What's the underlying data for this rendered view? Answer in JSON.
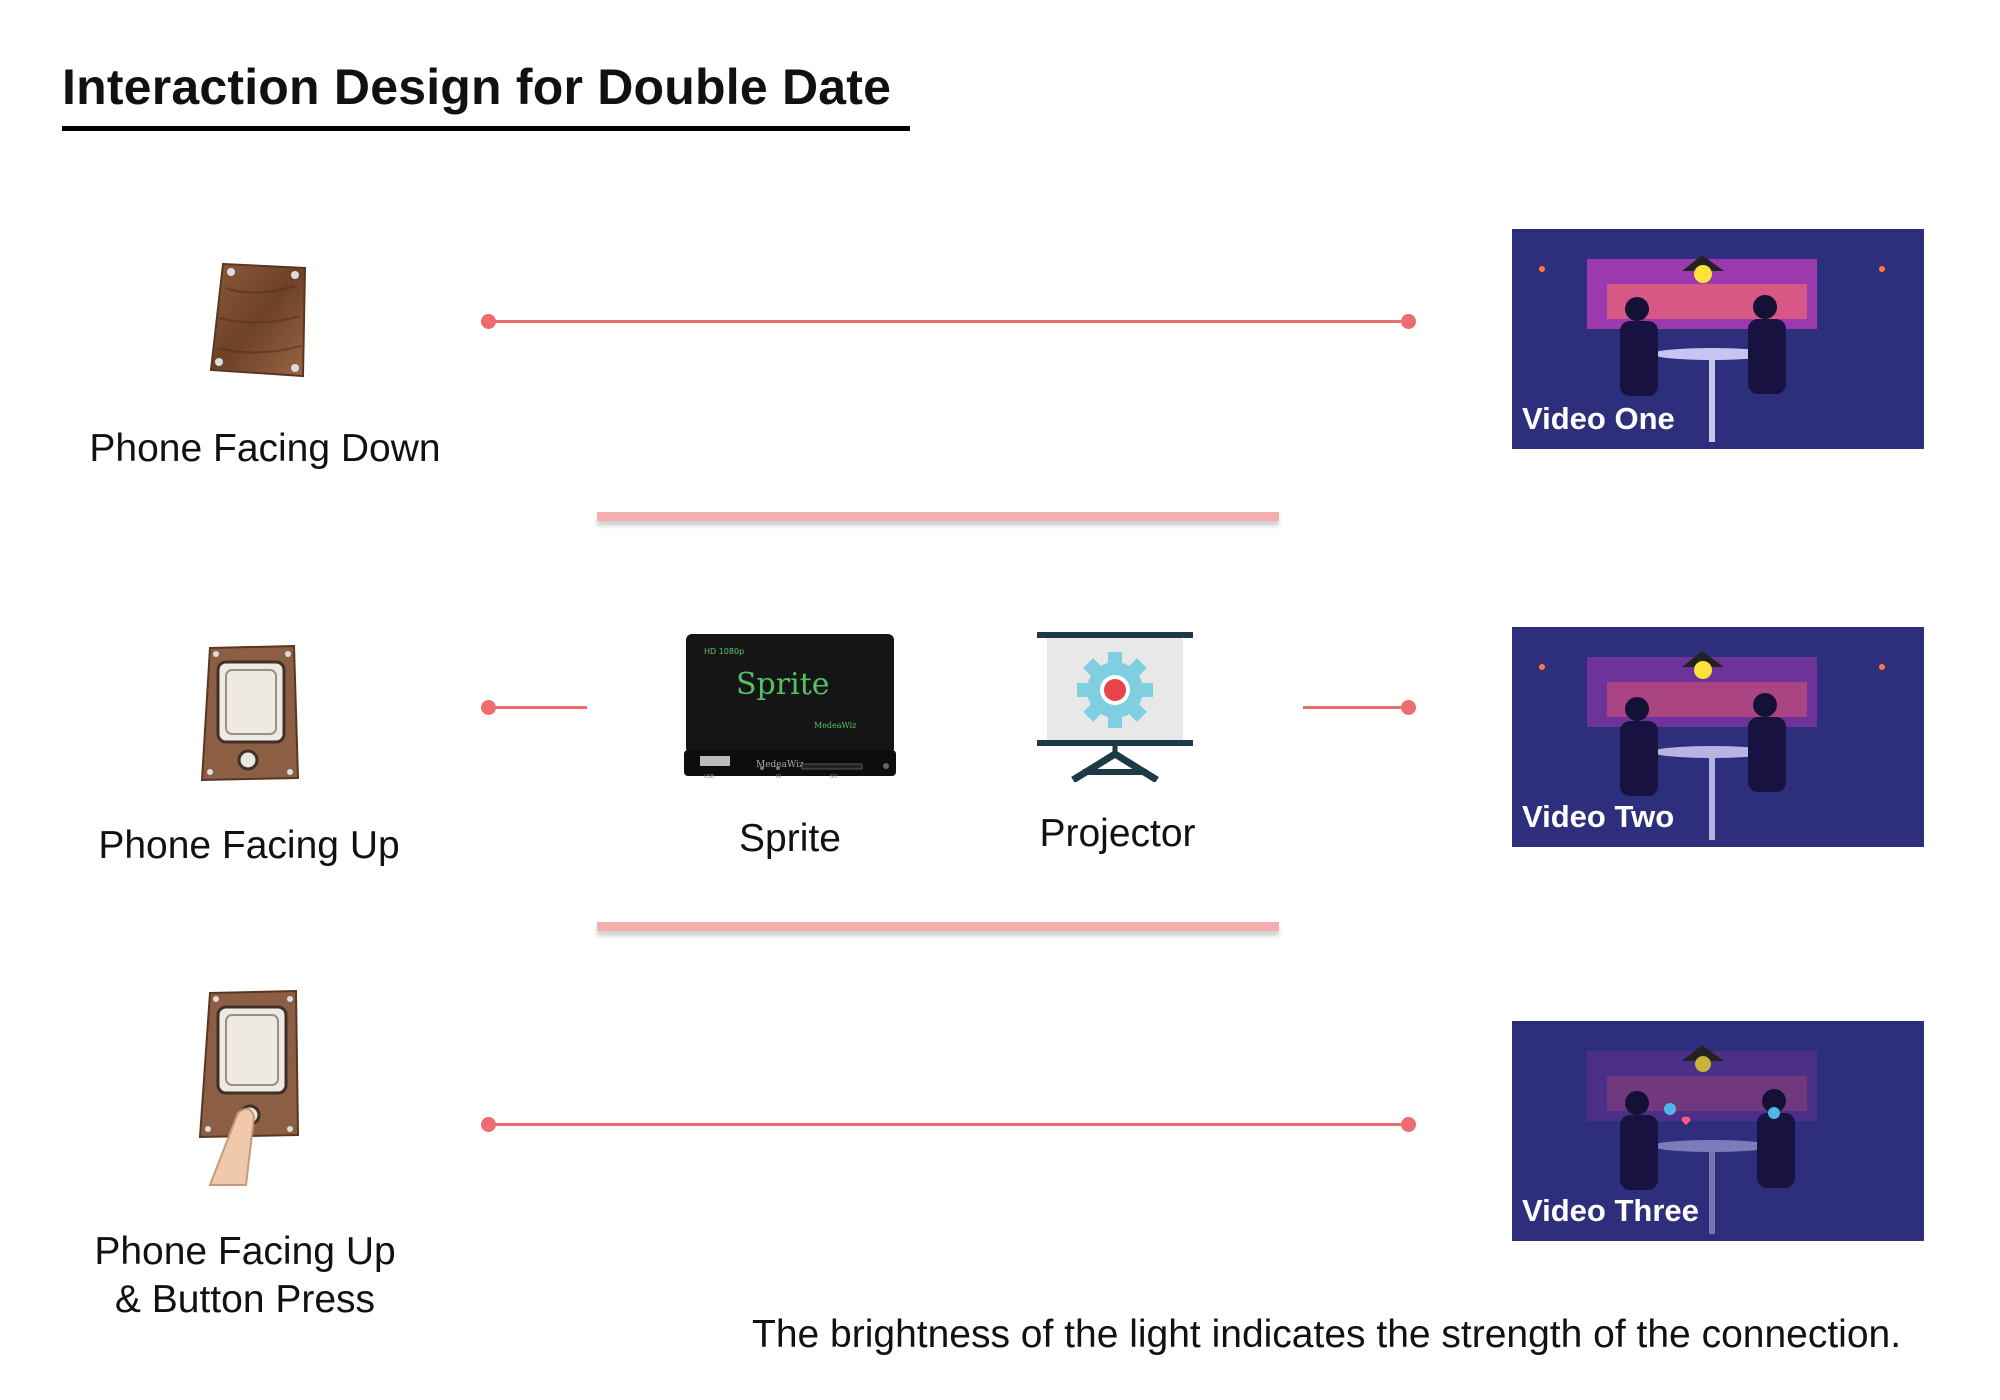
{
  "title": "Interaction Design for Double Date",
  "inputs": [
    {
      "lines": [
        "Phone Facing Down"
      ],
      "icon": "phone-face-down-icon"
    },
    {
      "lines": [
        "Phone Facing Up"
      ],
      "icon": "phone-face-up-icon"
    },
    {
      "lines": [
        "Phone Facing Up",
        "& Button Press"
      ],
      "icon": "phone-button-press-icon"
    }
  ],
  "devices": {
    "sprite": {
      "label": "Sprite",
      "screen_text": "Sprite",
      "badge_text": "HD 1080p",
      "brand_text": "MedeaWiz",
      "port_labels": [
        "USB",
        "IR",
        "SD"
      ]
    },
    "projector": {
      "label": "Projector",
      "icon": "projector-gear-icon"
    }
  },
  "videos": [
    {
      "label": "Video One"
    },
    {
      "label": "Video Two"
    },
    {
      "label": "Video Three"
    }
  ],
  "footnote": "The brightness of the light indicates the strength of the connection.",
  "colors": {
    "connector": "#ee6b6e",
    "separator": "#f4aeb0",
    "gear": "#7fcfe0",
    "gear_center": "#e8454a",
    "video_bg": "#2e2f7c",
    "video_glow": "#c33dc0"
  }
}
